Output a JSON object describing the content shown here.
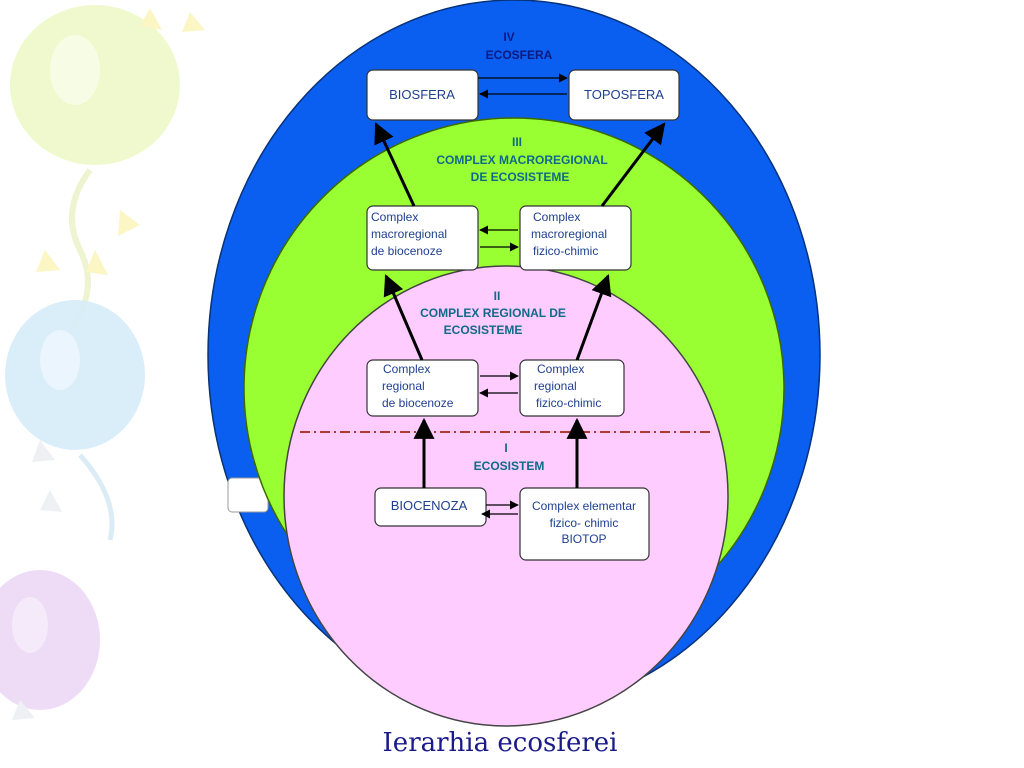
{
  "caption": "Ierarhia ecosferei",
  "levels": {
    "iv": {
      "number": "IV",
      "name": "ECOSFERA"
    },
    "iii": {
      "number": "III",
      "line1": "COMPLEX MACROREGIONAL",
      "line2": "DE ECOSISTEME"
    },
    "ii": {
      "number": "II",
      "line1": "COMPLEX REGIONAL DE",
      "line2": "ECOSISTEME"
    },
    "i": {
      "number": "I",
      "name": "ECOSISTEM"
    }
  },
  "boxes": {
    "biosfera": "BIOSFERA",
    "toposfera": "TOPOSFERA",
    "macro_bio": [
      "Complex",
      "macroregional",
      "de biocenoze"
    ],
    "macro_fiz": [
      "Complex",
      "macroregional",
      "fizico-chimic"
    ],
    "reg_bio": [
      "Complex",
      "regional",
      "de biocenoze"
    ],
    "reg_fiz": [
      "Complex",
      "regional",
      "fizico-chimic"
    ],
    "biocenoza": "BIOCENOZA",
    "biotop": [
      "Complex elementar",
      "fizico- chimic",
      "BIOTOP"
    ]
  },
  "colors": {
    "ecosfera": "#0a5ff0",
    "macroregional": "#99ff33",
    "regional": "#ffccff",
    "level_text_dark": "#0b1a80",
    "level_text_teal": "#0f6a8a",
    "box_text": "#1f3f8f",
    "divider": "#b03a2e",
    "caption": "#1a1a8a"
  },
  "icons": [
    "balloon-icon"
  ]
}
